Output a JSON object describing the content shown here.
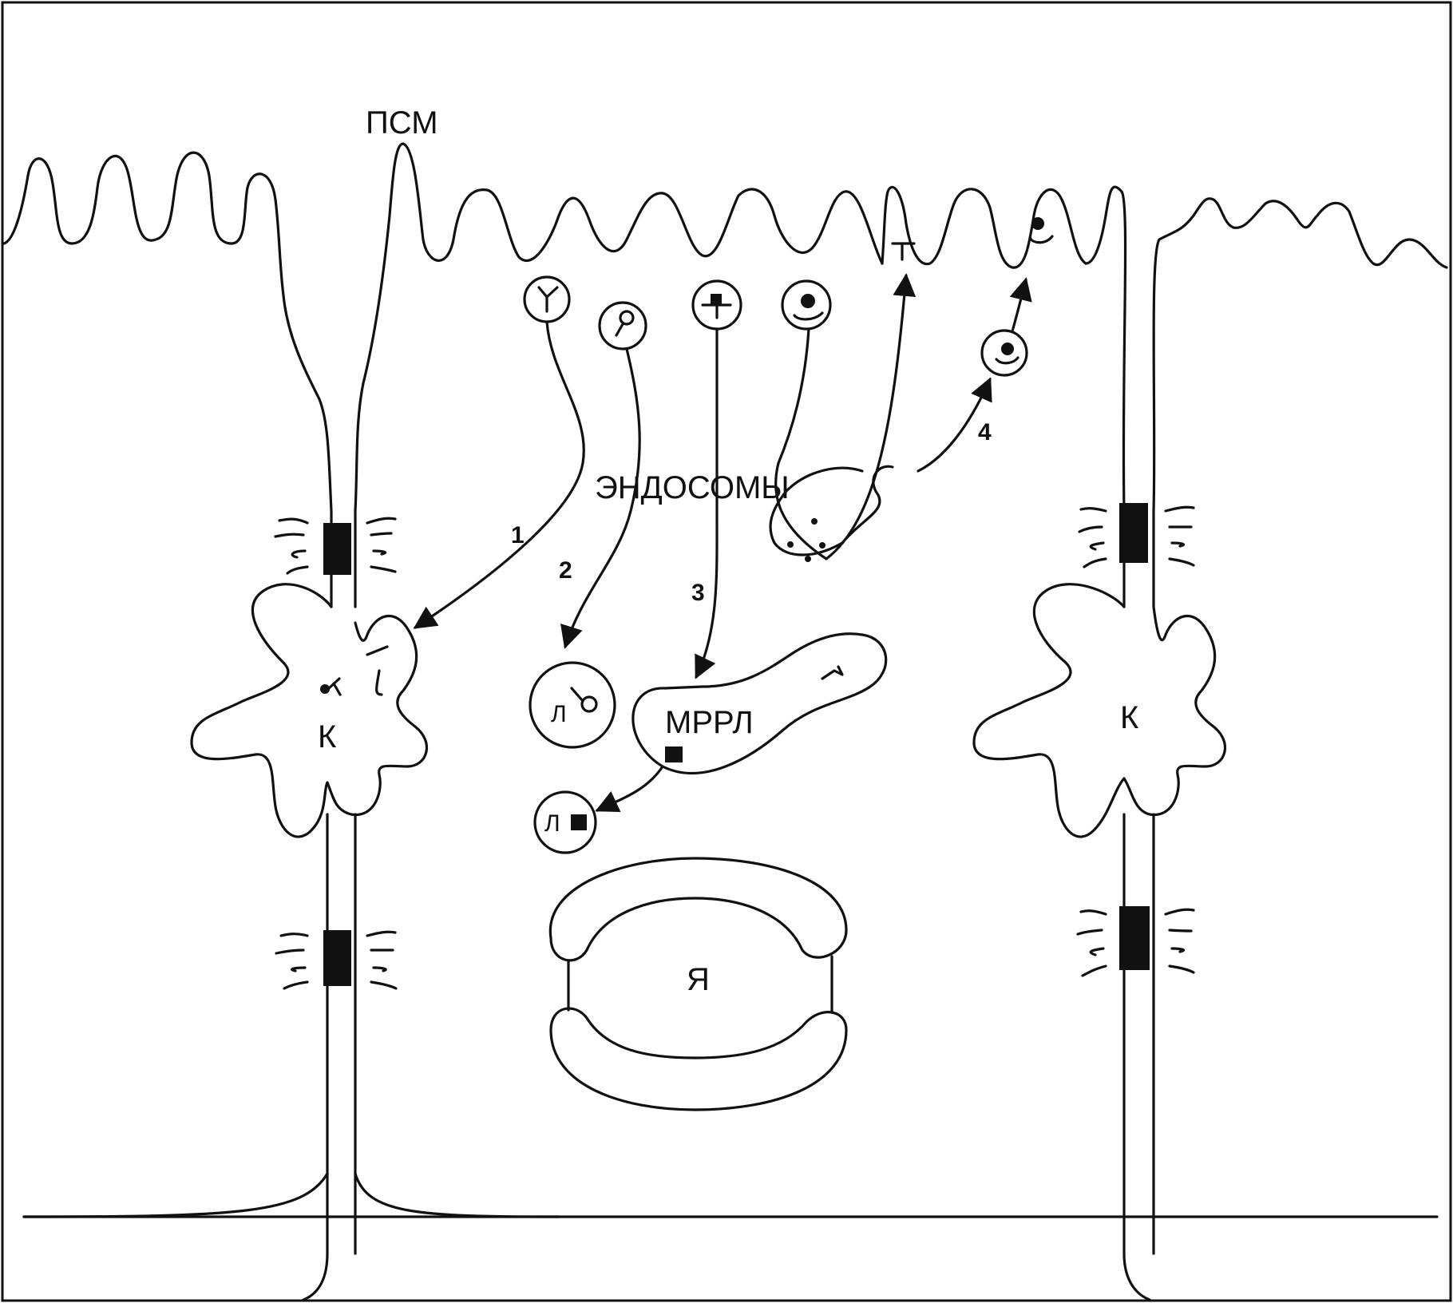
{
  "labels": {
    "apical_membrane": "ПСМ",
    "endosomes": "ЭНДОСОМЫ",
    "compartment": "МРРЛ",
    "lysosome_1": "Л",
    "lysosome_2": "Л",
    "nucleus": "Я",
    "junction_left": "К",
    "junction_right": "К"
  },
  "pathways": [
    "1",
    "2",
    "3",
    "4"
  ],
  "colors": {
    "ink": "#111111",
    "background": "#ffffff"
  }
}
